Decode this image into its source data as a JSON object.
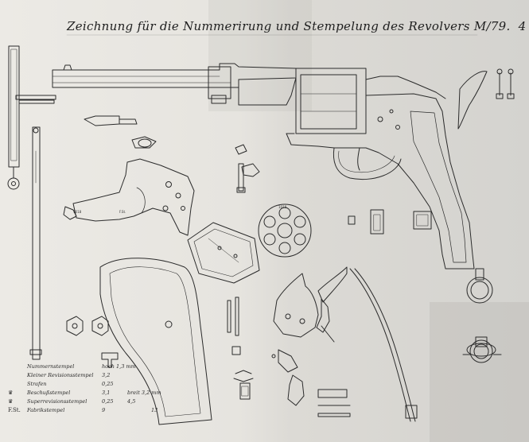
{
  "title": "Zeichnung für die Nummerirung und Stempelung des Revolvers M/79.",
  "title_mark": "4",
  "legend": [
    {
      "symbol": "",
      "label": "Nummernstempel",
      "v1": "hoch 1,3 mm",
      "v2": "",
      "v3": ""
    },
    {
      "symbol": "",
      "label": "Kleiner Revisionsstempel",
      "v1": "3,2",
      "v2": "",
      "v3": ""
    },
    {
      "symbol": "",
      "label": "Strafen",
      "v1": "0,25",
      "v2": "",
      "v3": ""
    },
    {
      "symbol": "♛",
      "label": "Beschußstempel",
      "v1": "3,1",
      "v2": "breit 3,2 mm",
      "v3": ""
    },
    {
      "symbol": "♛",
      "label": "Superrevisionsstempel",
      "v1": "0,25",
      "v2": "4,5",
      "v3": ""
    },
    {
      "symbol": "F.St.",
      "label": "Fabrikstempel",
      "v1": "9",
      "v2": "",
      "v3": "13"
    }
  ],
  "part_labels": {
    "cylinder_number": "1018",
    "grip_stamp": "F.St.",
    "frame_number": "1018"
  },
  "colors": {
    "ink": "#2b2b2b",
    "paper": "#e8e6e1"
  }
}
